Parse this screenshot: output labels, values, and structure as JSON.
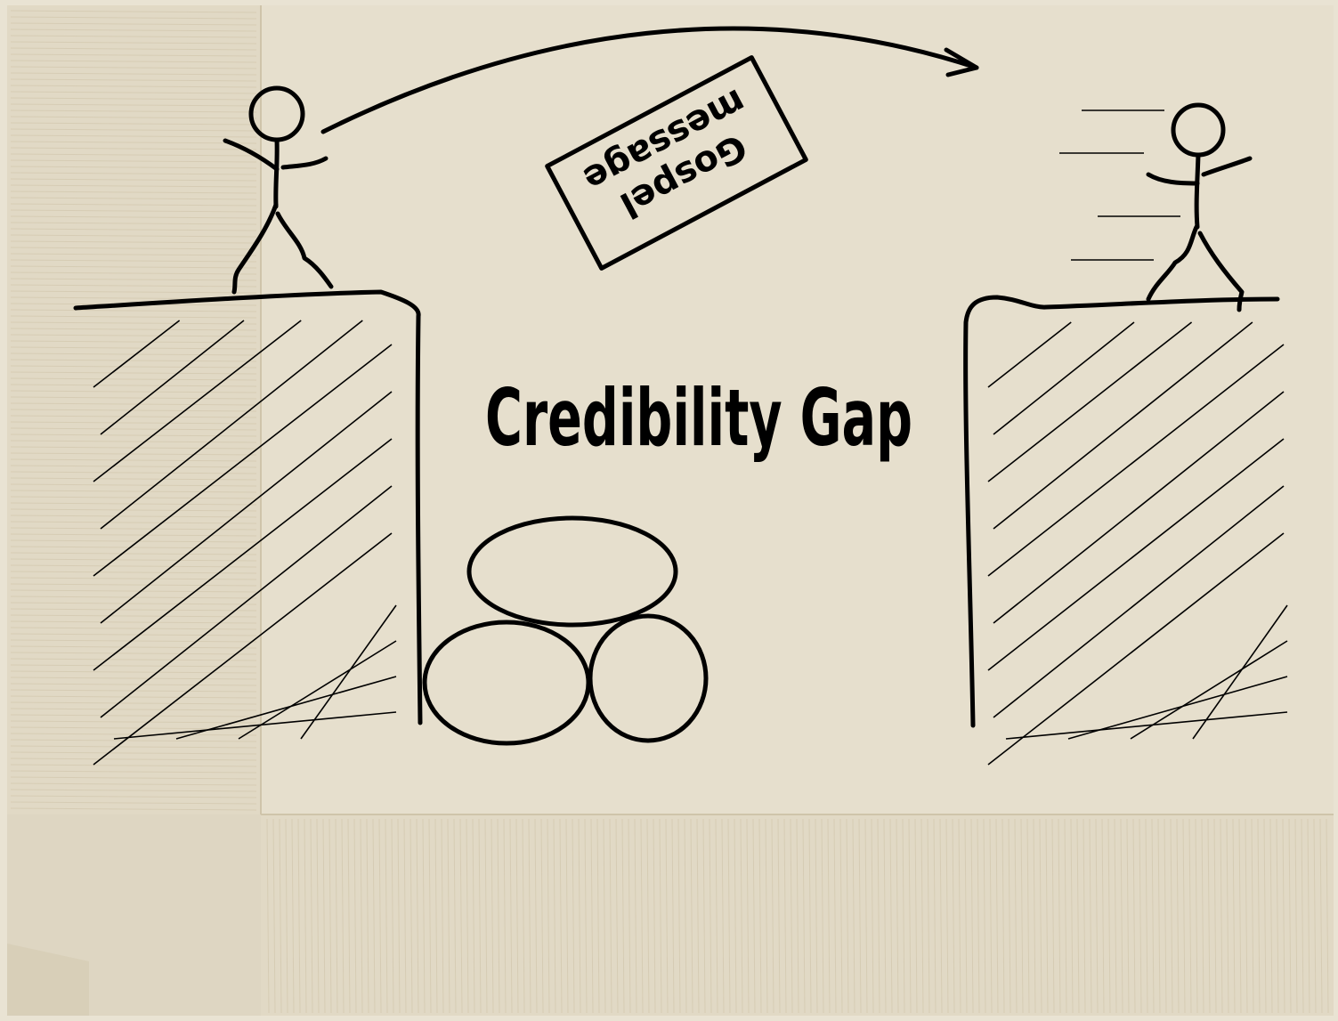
{
  "diagram": {
    "title": "Credibility Gap",
    "card": {
      "line1": "Gospel",
      "line2": "message"
    }
  },
  "colors": {
    "paper": "#e9e3d3",
    "paper_texture": "#d8cdb3",
    "ink": "#000000"
  }
}
